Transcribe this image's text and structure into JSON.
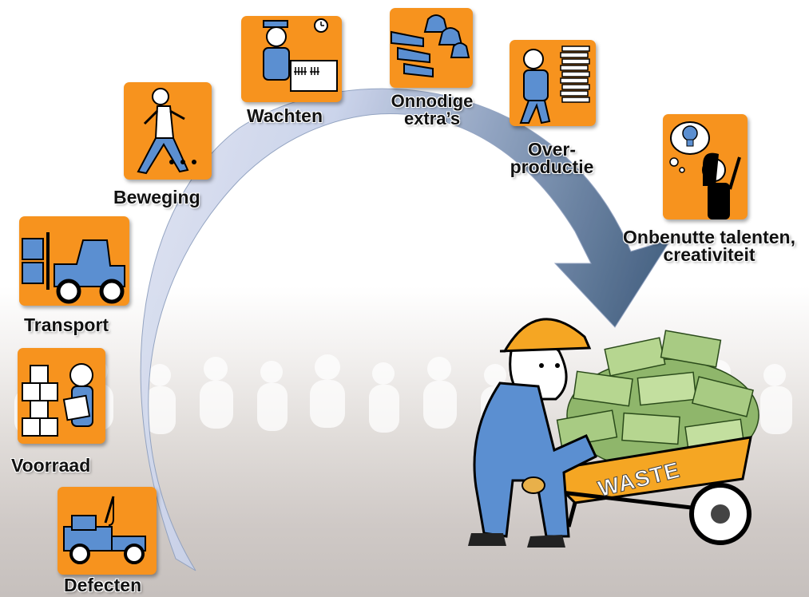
{
  "steps": [
    {
      "label": "Defecten",
      "icon": "tow-truck-icon"
    },
    {
      "label": "Voorraad",
      "icon": "inventory-boxes-icon"
    },
    {
      "label": "Transport",
      "icon": "forklift-icon"
    },
    {
      "label": "Beweging",
      "icon": "walking-person-icon"
    },
    {
      "label": "Wachten",
      "icon": "waiting-clock-icon"
    },
    {
      "label": "Onnodige extra’s",
      "icon": "bells-horns-icon"
    },
    {
      "label": "Over-productie",
      "icon": "paper-stack-icon"
    },
    {
      "label": "Onbenutte talenten, creativiteit",
      "icon": "idea-lightbulb-icon"
    }
  ],
  "wheelbarrow": {
    "text": "WASTE",
    "icon": "worker-wheelbarrow-money-icon"
  },
  "colors": {
    "tile": "#f7931e",
    "arrow": "#4e6b8d",
    "figure": "#5b8fd1"
  }
}
